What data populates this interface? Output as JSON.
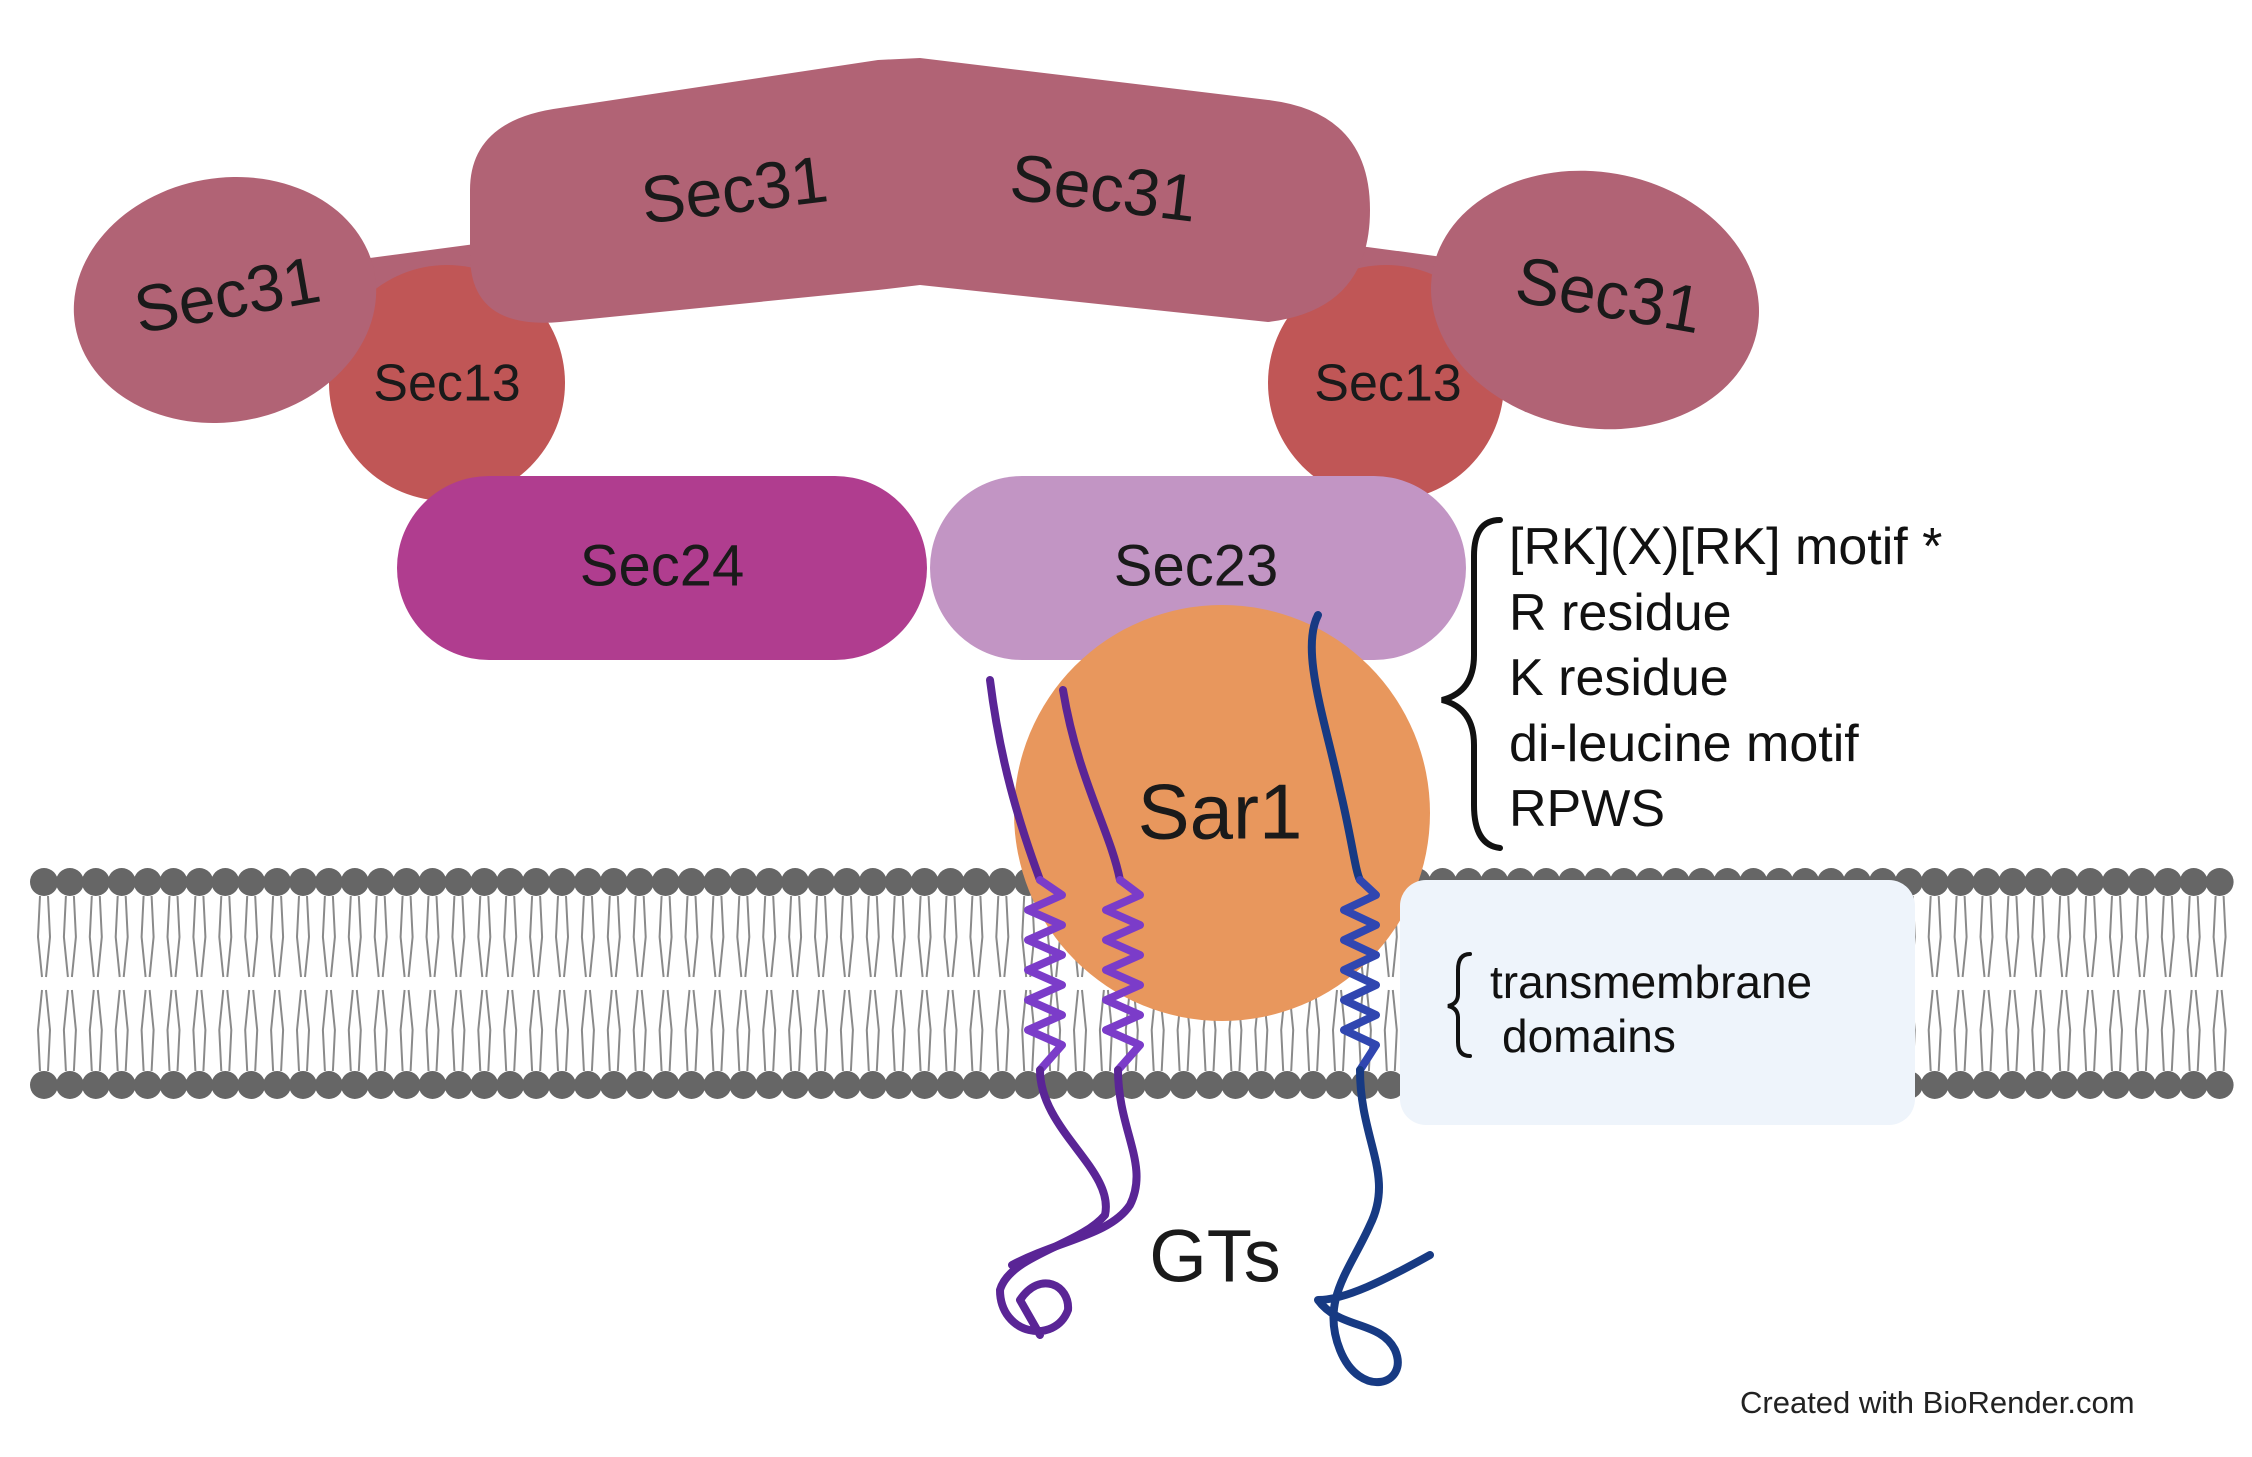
{
  "diagram": {
    "proteins": {
      "sec31_outer_left": "Sec31",
      "sec31_inner_left": "Sec31",
      "sec31_inner_right": "Sec31",
      "sec31_outer_right": "Sec31",
      "sec13_left": "Sec13",
      "sec13_right": "Sec13",
      "sec24": "Sec24",
      "sec23": "Sec23",
      "sar1": "Sar1"
    },
    "motifs": [
      "[RK](X)[RK]  motif *",
      "R residue",
      "K residue",
      "di-leucine motif",
      "RPWS"
    ],
    "transmembrane_label_line1": "transmembrane",
    "transmembrane_label_line2": "domains",
    "cargo_label": "GTs",
    "credit": "Created with BioRender.com",
    "colors": {
      "sec31": "#b16375",
      "sec13": "#c05656",
      "sec24": "#b03d8f",
      "sec23": "#c295c4",
      "sar1": "#e8975d",
      "membrane_head": "#666666",
      "gt_purple": "#5a2596",
      "gt_navy": "#173a83",
      "tm_purple": "#7b3cc9",
      "tm_navy": "#3046b0",
      "tm_box": "#eef4fb"
    },
    "icons": [
      "brace-icon",
      "small-brace-icon",
      "lipid-bilayer"
    ]
  }
}
